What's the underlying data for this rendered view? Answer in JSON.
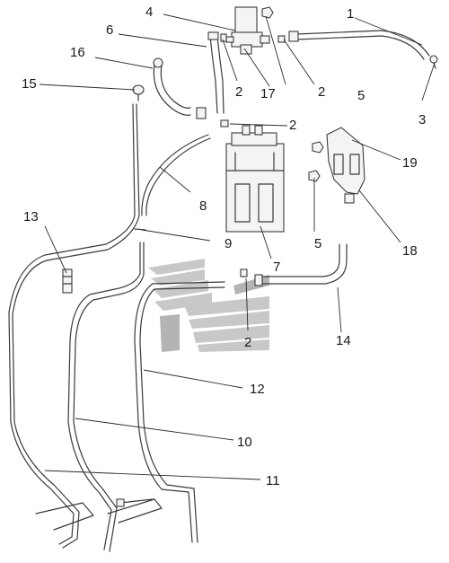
{
  "callouts": {
    "c1": "1",
    "c2a": "2",
    "c2b": "2",
    "c2c": "2",
    "c2d": "2",
    "c3": "3",
    "c4": "4",
    "c5a": "5",
    "c5b": "5",
    "c6": "6",
    "c7": "7",
    "c8": "8",
    "c9": "9",
    "c10": "10",
    "c11": "11",
    "c12": "12",
    "c13": "13",
    "c14": "14",
    "c15": "15",
    "c16": "16",
    "c17": "17",
    "c18": "18",
    "c19": "19"
  }
}
